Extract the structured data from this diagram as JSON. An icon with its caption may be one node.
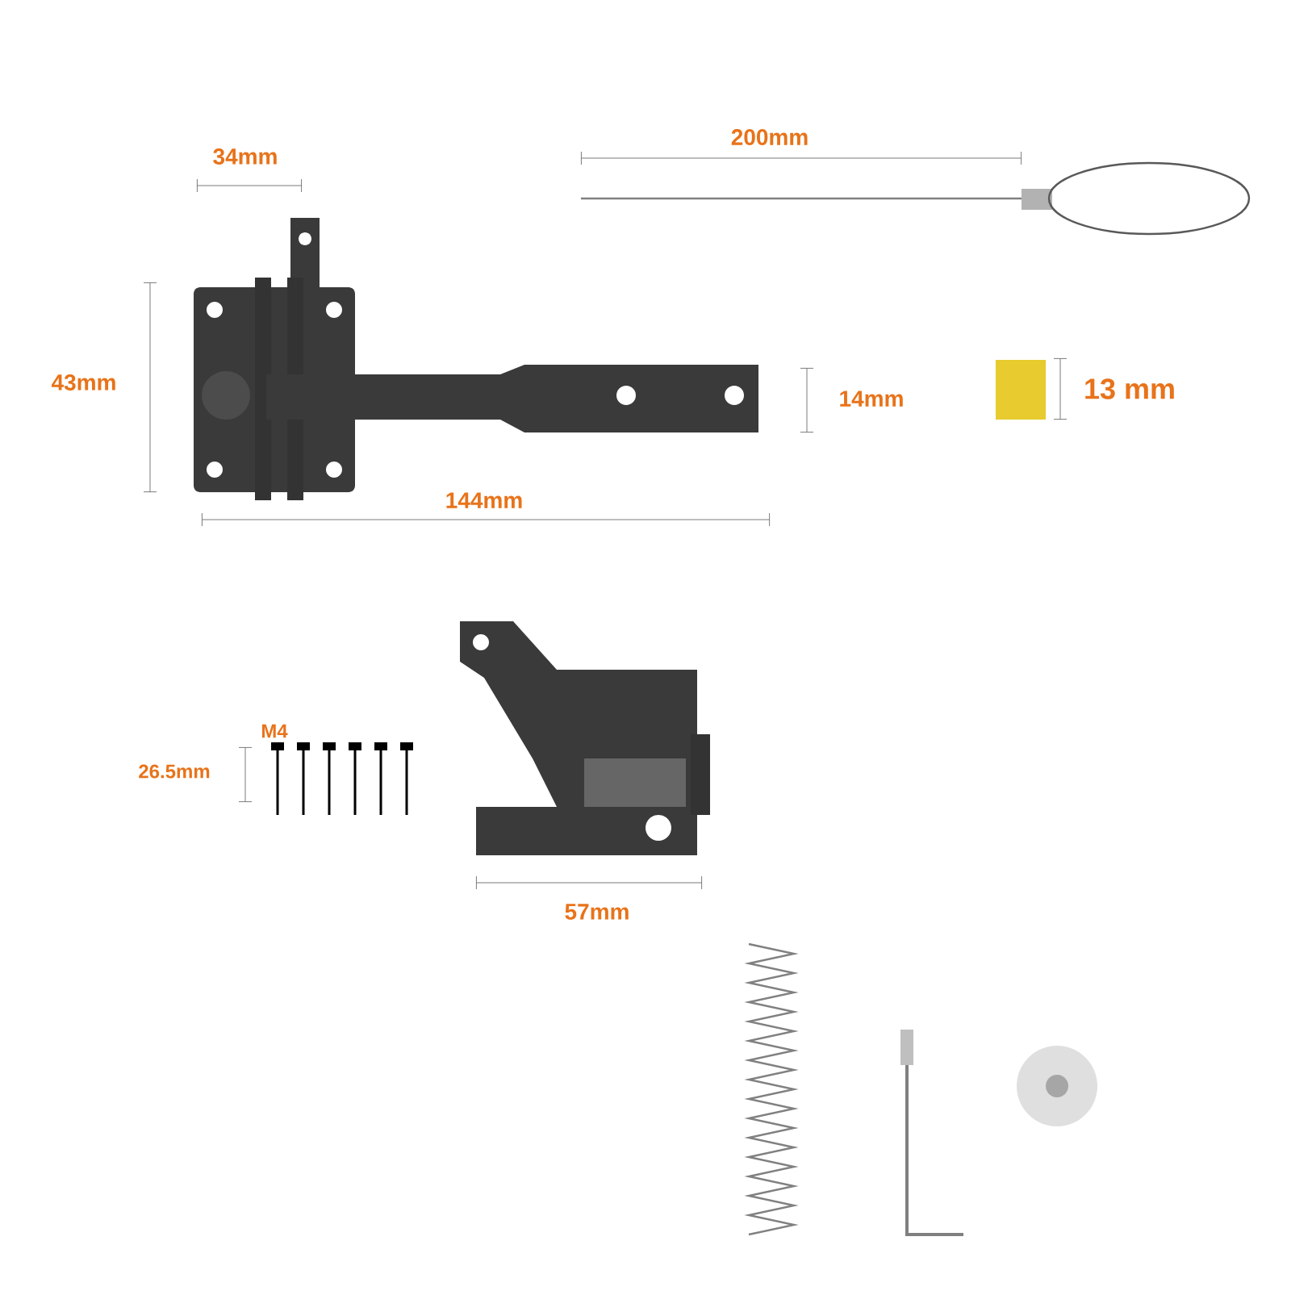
{
  "diagram": {
    "labels": [
      "34mm",
      "200mm",
      "43mm",
      "14mm",
      "13 mm",
      "144mm",
      "M4",
      "26.5mm",
      "57mm"
    ]
  }
}
